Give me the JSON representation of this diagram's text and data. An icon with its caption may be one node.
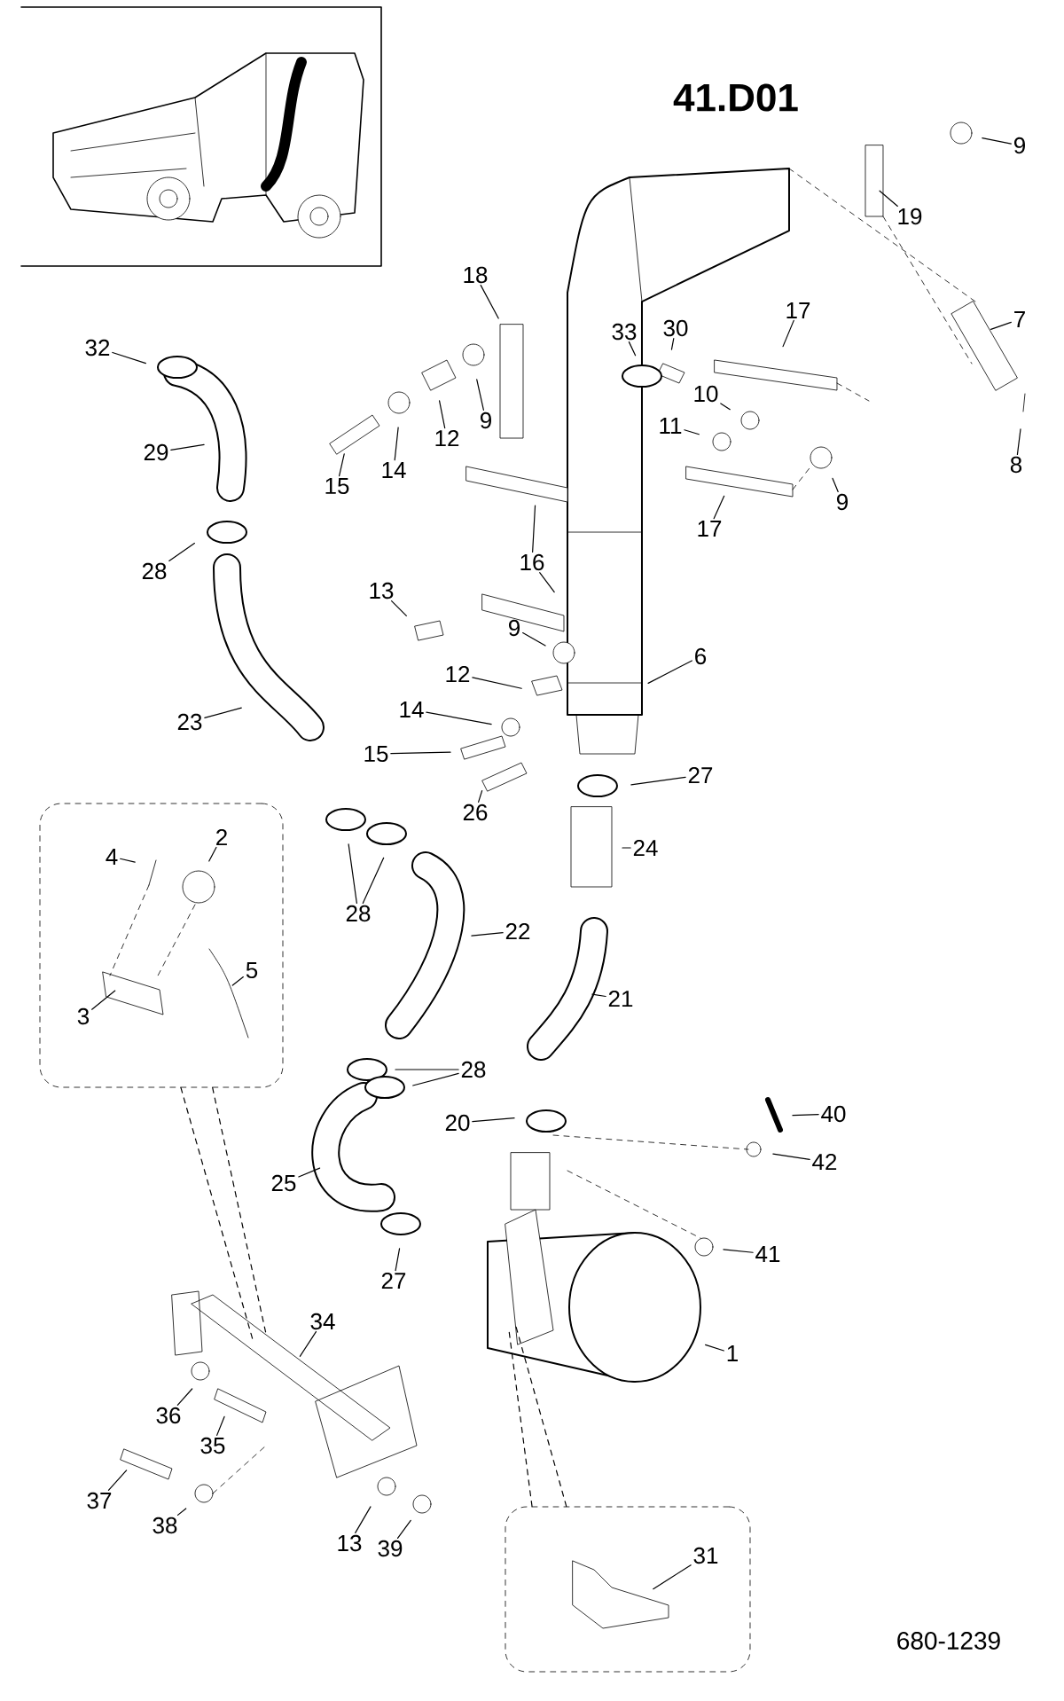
{
  "diagram": {
    "title": "41.D01",
    "nodes": [
      {
        "text": [
          "9"
        ]
      },
      {
        "text": [
          "19"
        ]
      },
      {
        "text": [
          "18"
        ]
      },
      {
        "text": [
          "17"
        ]
      },
      {
        "text": [
          "7"
        ]
      },
      {
        "text": [
          "32"
        ]
      },
      {
        "text": [
          "33"
        ]
      },
      {
        "text": [
          "30"
        ]
      },
      {
        "text": [
          "10"
        ]
      },
      {
        "text": [
          "9"
        ]
      },
      {
        "text": [
          "12"
        ]
      },
      {
        "text": [
          "11"
        ]
      },
      {
        "text": [
          "14"
        ]
      },
      {
        "text": [
          "15"
        ]
      },
      {
        "text": [
          "29"
        ]
      },
      {
        "text": [
          "8"
        ]
      },
      {
        "text": [
          "9"
        ]
      },
      {
        "text": [
          "17"
        ]
      },
      {
        "text": [
          "16"
        ]
      },
      {
        "text": [
          "28"
        ]
      },
      {
        "text": [
          "13"
        ]
      },
      {
        "text": [
          "9"
        ]
      },
      {
        "text": [
          "14"
        ]
      },
      {
        "text": [
          "12"
        ]
      },
      {
        "text": [
          "6"
        ]
      },
      {
        "text": [
          "23"
        ]
      },
      {
        "text": [
          "15"
        ]
      },
      {
        "text": [
          "26"
        ]
      },
      {
        "text": [
          "27"
        ]
      },
      {
        "text": [
          "24"
        ]
      },
      {
        "text": [],
        "shape": "box"
      },
      {
        "text": [
          "2"
        ],
        "in": 30
      },
      {
        "text": [
          "4"
        ],
        "in": 30
      },
      {
        "text": [
          "28"
        ]
      },
      {
        "text": [
          "22"
        ]
      },
      {
        "text": [
          "3"
        ],
        "in": 30
      },
      {
        "text": [
          "5"
        ],
        "in": 30
      },
      {
        "text": [
          "21"
        ]
      },
      {
        "text": [
          "28"
        ]
      },
      {
        "text": [
          "20"
        ]
      },
      {
        "text": [
          "40"
        ]
      },
      {
        "text": [
          "42"
        ]
      },
      {
        "text": [
          "25"
        ]
      },
      {
        "text": [
          "27"
        ]
      },
      {
        "text": [
          "41"
        ]
      },
      {
        "text": [
          "34"
        ]
      },
      {
        "text": [
          "1"
        ]
      },
      {
        "text": [
          "36"
        ]
      },
      {
        "text": [
          "35"
        ]
      },
      {
        "text": [
          "37"
        ]
      },
      {
        "text": [
          "38"
        ]
      },
      {
        "text": [
          "13"
        ]
      },
      {
        "text": [
          "39"
        ]
      },
      {
        "text": [],
        "shape": "box"
      },
      {
        "text": [
          "31"
        ],
        "in": 53
      }
    ],
    "edges": [
      {
        "from": 0,
        "to": null,
        "arrow": "none"
      },
      {
        "from": 1,
        "to": null,
        "arrow": "none"
      },
      {
        "from": 2,
        "to": null,
        "arrow": "none"
      },
      {
        "from": 3,
        "to": null,
        "arrow": "none"
      },
      {
        "from": 4,
        "to": null,
        "arrow": "none"
      },
      {
        "from": 5,
        "to": null,
        "arrow": "none"
      },
      {
        "from": 6,
        "to": null,
        "arrow": "none"
      },
      {
        "from": 7,
        "to": null,
        "arrow": "none"
      },
      {
        "from": 8,
        "to": null,
        "arrow": "none"
      },
      {
        "from": 9,
        "to": null,
        "arrow": "none"
      },
      {
        "from": 10,
        "to": null,
        "arrow": "none"
      },
      {
        "from": 11,
        "to": null,
        "arrow": "none"
      },
      {
        "from": 12,
        "to": null,
        "arrow": "none"
      },
      {
        "from": 13,
        "to": null,
        "arrow": "none"
      },
      {
        "from": 14,
        "to": null,
        "arrow": "none"
      },
      {
        "from": 15,
        "to": null,
        "arrow": "none"
      },
      {
        "from": 16,
        "to": null,
        "arrow": "none"
      },
      {
        "from": 17,
        "to": null,
        "arrow": "none"
      },
      {
        "from": 18,
        "to": null,
        "arrow": "none"
      },
      {
        "from": 18,
        "to": null,
        "arrow": "none"
      },
      {
        "from": 19,
        "to": null,
        "arrow": "none"
      },
      {
        "from": 20,
        "to": null,
        "arrow": "none"
      },
      {
        "from": 21,
        "to": null,
        "arrow": "none"
      },
      {
        "from": 22,
        "to": null,
        "arrow": "none"
      },
      {
        "from": 23,
        "to": null,
        "arrow": "none"
      },
      {
        "from": 24,
        "to": null,
        "arrow": "none"
      },
      {
        "from": 25,
        "to": null,
        "arrow": "none"
      },
      {
        "from": 26,
        "to": null,
        "arrow": "none"
      },
      {
        "from": 27,
        "to": null,
        "arrow": "none"
      },
      {
        "from": 28,
        "to": null,
        "arrow": "none"
      },
      {
        "from": 29,
        "to": null,
        "arrow": "none"
      },
      {
        "from": 31,
        "to": null,
        "arrow": "none"
      },
      {
        "from": 32,
        "to": null,
        "arrow": "none"
      },
      {
        "from": 33,
        "to": null,
        "arrow": "none"
      },
      {
        "from": 33,
        "to": null,
        "arrow": "none"
      },
      {
        "from": 34,
        "to": null,
        "arrow": "none"
      },
      {
        "from": 35,
        "to": null,
        "arrow": "none"
      },
      {
        "from": 36,
        "to": null,
        "arrow": "none"
      },
      {
        "from": 37,
        "to": null,
        "arrow": "none"
      },
      {
        "from": 38,
        "to": null,
        "arrow": "none"
      },
      {
        "from": 38,
        "to": null,
        "arrow": "none"
      },
      {
        "from": 39,
        "to": null,
        "arrow": "none"
      },
      {
        "from": 40,
        "to": null,
        "arrow": "none"
      },
      {
        "from": 41,
        "to": null,
        "arrow": "none"
      },
      {
        "from": 42,
        "to": null,
        "arrow": "none"
      },
      {
        "from": 43,
        "to": null,
        "arrow": "none"
      },
      {
        "from": 44,
        "to": null,
        "arrow": "none"
      },
      {
        "from": 45,
        "to": null,
        "arrow": "none"
      },
      {
        "from": 46,
        "to": null,
        "arrow": "none"
      },
      {
        "from": 47,
        "to": null,
        "arrow": "none"
      },
      {
        "from": 48,
        "to": null,
        "arrow": "none"
      },
      {
        "from": 49,
        "to": null,
        "arrow": "none"
      },
      {
        "from": 50,
        "to": null,
        "arrow": "none"
      },
      {
        "from": 51,
        "to": null,
        "arrow": "none"
      },
      {
        "from": 52,
        "to": null,
        "arrow": "none"
      },
      {
        "from": 54,
        "to": null,
        "arrow": "none"
      },
      {
        "from": 30,
        "to": null,
        "arrow": "none",
        "style": "dashed"
      },
      {
        "from": 30,
        "to": null,
        "arrow": "none",
        "style": "dashed"
      },
      {
        "from": 53,
        "to": null,
        "arrow": "none",
        "style": "dashed"
      },
      {
        "from": 53,
        "to": null,
        "arrow": "none",
        "style": "dashed"
      }
    ],
    "labels": [
      "680-1239"
    ]
  }
}
